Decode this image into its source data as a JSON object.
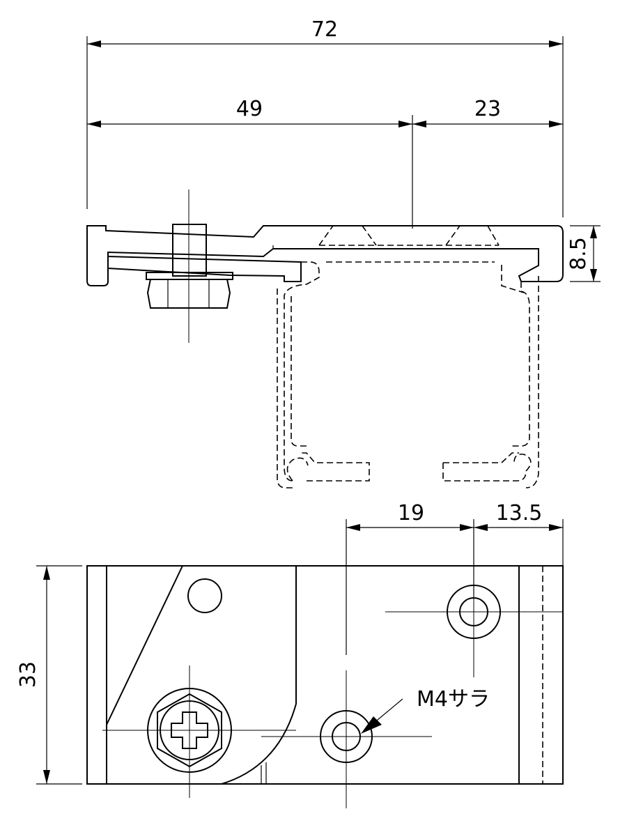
{
  "dimensions": {
    "overall_width": "72",
    "left_width": "49",
    "right_width": "23",
    "profile_height": "8.5",
    "hole_spacing": "19",
    "hole_edge_offset": "13.5",
    "plate_height": "33"
  },
  "annotations": {
    "screw_note": "M4サラ"
  }
}
